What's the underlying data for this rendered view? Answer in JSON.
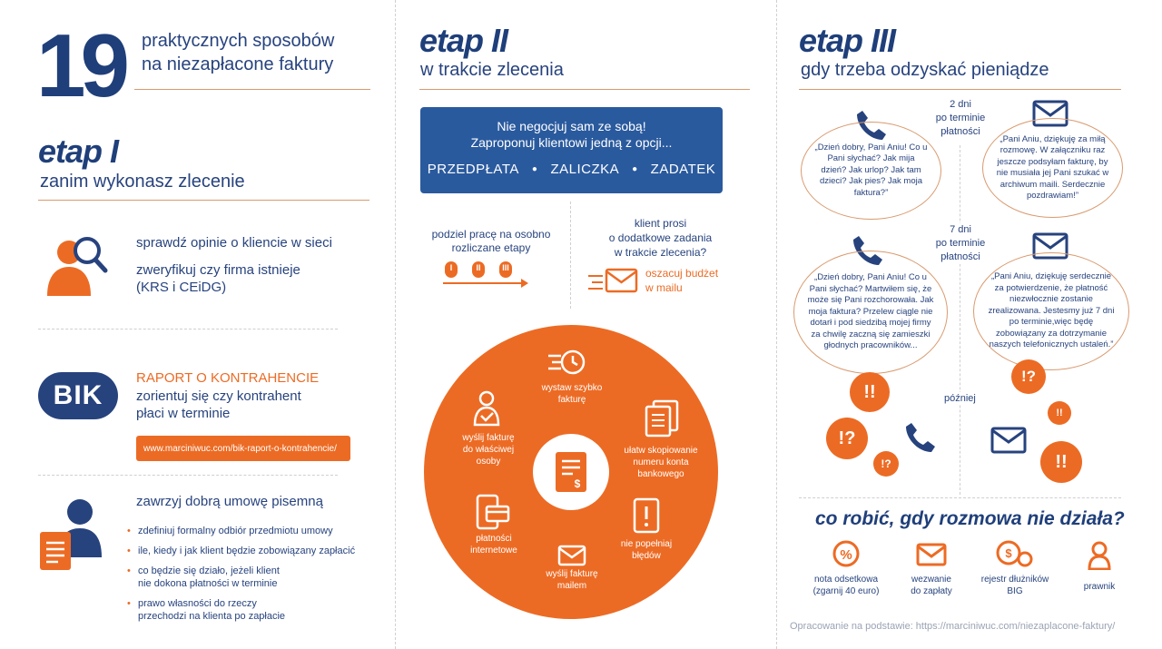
{
  "header": {
    "number": "19",
    "title_line1": "praktycznych sposobów",
    "title_line2": "na niezapłacone faktury"
  },
  "etap1": {
    "title": "etap I",
    "subtitle": "zanim wykonasz zlecenie",
    "check_opinions": "sprawdź opinie o kliencie w sieci",
    "verify_line1": "zweryfikuj czy firma istnieje",
    "verify_line2": "(KRS i CEiDG)",
    "bik_logo": "BIK",
    "report_title": "RAPORT O KONTRAHENCIE",
    "report_line1": "zorientuj się czy kontrahent",
    "report_line2": "płaci w terminie",
    "report_link": "www.marciniwuc.com/bik-raport-o-kontrahencie/",
    "contract_title": "zawrzyj dobrą umowę pisemną",
    "bullets": [
      "zdefiniuj formalny odbiór przedmiotu umowy",
      "ile, kiedy i jak klient będzie zobowiązany zapłacić",
      "co będzie się działo, jeżeli klient\nnie dokona płatności w terminie",
      "prawo własności do rzeczy\nprzechodzi na klienta po zapłacie"
    ]
  },
  "etap2": {
    "title": "etap II",
    "subtitle": "w trakcie zlecenia",
    "box_line1": "Nie negocjuj sam ze sobą!",
    "box_line2": "Zaproponuj klientowi jedną z opcji...",
    "options": [
      "PRZEDPŁATA",
      "ZALICZKA",
      "ZADATEK"
    ],
    "split_line1": "podziel pracę na osobno",
    "split_line2": "rozliczane etapy",
    "stages": [
      "I",
      "II",
      "III"
    ],
    "extra_line1": "klient prosi",
    "extra_line2": "o dodatkowe zadania",
    "extra_line3": "w trakcie zlecenia?",
    "estimate_line1": "oszacuj budżet",
    "estimate_line2": "w mailu",
    "circle_items": {
      "fast": "wystaw szybko\nfakturę",
      "person": "wyślij fakturę\ndo właściwej\nosoby",
      "copy": "ułatw skopiowanie\nnumeru konta\nbankowego",
      "payments": "płatności\ninternetowe",
      "mistakes": "nie popełniaj\nbłędów",
      "email": "wyślij fakturę\nmailem"
    }
  },
  "etap3": {
    "title": "etap III",
    "subtitle": "gdy trzeba odzyskać pieniądze",
    "time1": "2 dni\npo terminie\npłatności",
    "time2": "7 dni\npo terminie\npłatności",
    "later": "później",
    "bubble_call1": "„Dzień dobry, Pani Aniu! Co u Pani słychać? Jak mija dzień? Jak urlop? Jak tam dzieci? Jak pies? Jak moja faktura?”",
    "bubble_mail1": "„Pani Aniu, dziękuję za miłą rozmowę. W załączniku raz jeszcze podsyłam fakturę, by nie musiała jej Pani szukać w archiwum maili. Serdecznie pozdrawiam!”",
    "bubble_call2": "„Dzień dobry, Pani Aniu! Co u Pani słychać? Martwiłem się, że może się Pani rozchorowała. Jak moja faktura? Przelew ciągle nie dotarł i pod siedzibą mojej firmy za chwilę zaczną się zamieszki głodnych pracowników...",
    "bubble_mail2": "„Pani Aniu, dziękuję serdecznie za potwierdzenie, że płatność niezwłocznie zostanie zrealizowana. Jestesmy już 7 dni po terminie,więc będę zobowiązany za dotrzymanie naszych telefonicznych ustaleń.”",
    "warn_marks": [
      "!!",
      "!?",
      "!?",
      "!?",
      "!!",
      "!!"
    ],
    "question": "co robić, gdy rozmowa nie działa?",
    "actions": [
      {
        "label": "nota odsetkowa\n(zgarnij 40 euro)",
        "icon": "percent-icon"
      },
      {
        "label": "wezwanie\ndo zapłaty",
        "icon": "envelope-icon"
      },
      {
        "label": "rejestr dłużników\nBIG",
        "icon": "coins-icon"
      },
      {
        "label": "prawnik",
        "icon": "person-icon"
      }
    ],
    "source": "Opracowanie na podstawie: https://marciniwuc.com/niezaplacone-faktury/"
  },
  "colors": {
    "navy": "#27437e",
    "orange": "#ec6b24",
    "rule": "#d99a6e"
  }
}
